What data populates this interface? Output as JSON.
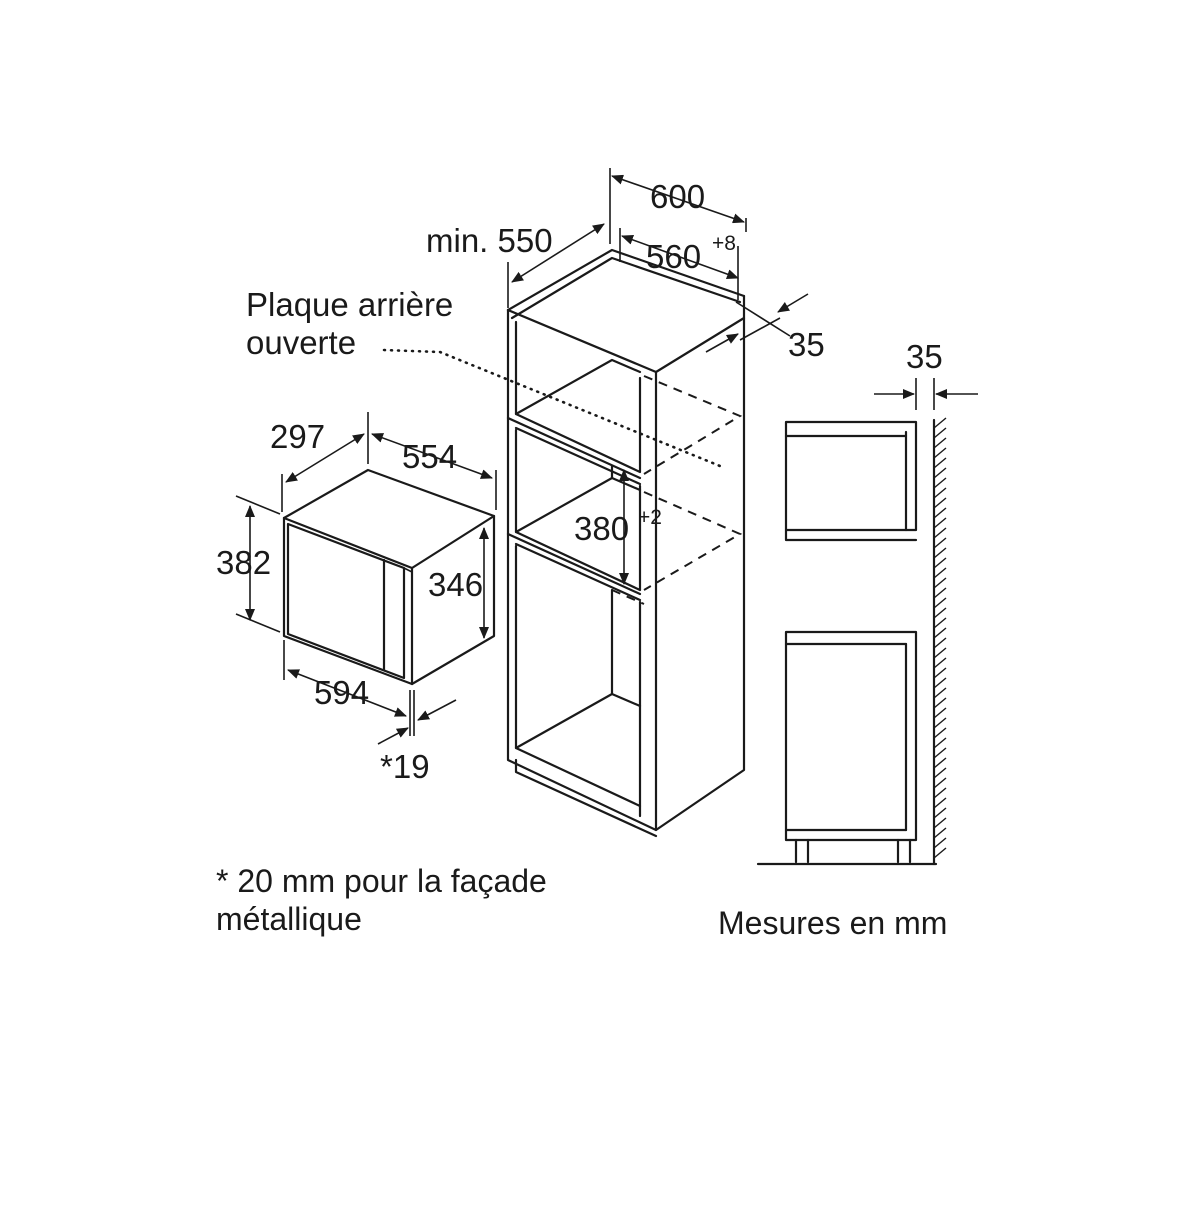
{
  "dimensions": {
    "cabinet_width": "600",
    "cabinet_min_depth": "min. 550",
    "niche_width": "560",
    "niche_width_tolerance": "+8",
    "cabinet_edge": "35",
    "side_gap": "35",
    "niche_height": "380",
    "niche_height_tolerance": "+2",
    "appliance_depth": "297",
    "appliance_inner_width": "554",
    "appliance_height": "382",
    "appliance_inner_height": "346",
    "appliance_width": "594",
    "front_thickness": "*19"
  },
  "labels": {
    "back_panel_line1": "Plaque arrière",
    "back_panel_line2": "ouverte"
  },
  "notes": {
    "footnote_line1": "* 20 mm pour la façade",
    "footnote_line2": "métallique",
    "units": "Mesures en mm"
  }
}
